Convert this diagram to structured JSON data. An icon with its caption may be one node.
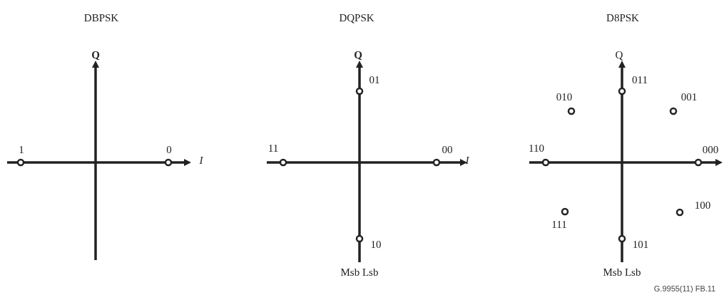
{
  "diagram": {
    "labels": [
      "DBPSK",
      "DQPSK",
      "D8PSK",
      "Q",
      "Q",
      "Q",
      "01",
      "011",
      "010",
      "001",
      "1",
      "0",
      "I",
      "11",
      "00",
      "I",
      "110",
      "000",
      "100",
      "111",
      "10",
      "101",
      "Msb Lsb",
      "Msb Lsb",
      "G.9955(11) FB.11"
    ]
  }
}
